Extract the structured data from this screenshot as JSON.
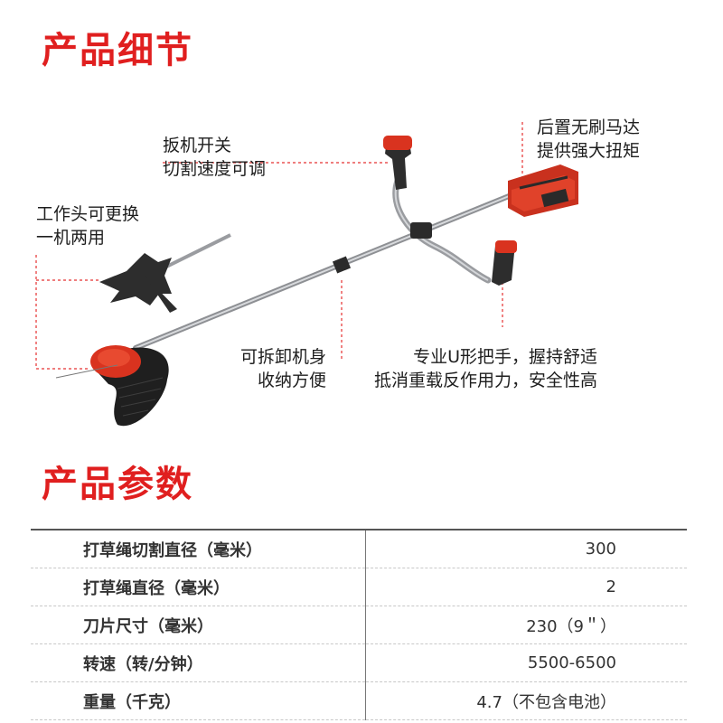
{
  "sections": {
    "details_title": "产品细节",
    "params_title": "产品参数"
  },
  "callouts": {
    "trigger": [
      "扳机开关",
      "切割速度可调"
    ],
    "head": [
      "工作头可更换",
      "一机两用"
    ],
    "motor": [
      "后置无刷马达",
      "提供强大扭矩"
    ],
    "detach": [
      "可拆卸机身",
      "收纳方便"
    ],
    "handle": [
      "专业U形把手，握持舒适",
      "抵消重载反作用力，安全性高"
    ]
  },
  "colors": {
    "accent": "#e01f1f",
    "callout_line": "#e53030"
  },
  "specs": [
    {
      "name": "打草绳切割直径（毫米）",
      "value": "300"
    },
    {
      "name": "打草绳直径（毫米）",
      "value": "2"
    },
    {
      "name": "刀片尺寸（毫米）",
      "value": "230（9＂）"
    },
    {
      "name": "转速（转/分钟）",
      "value": "5500-6500"
    },
    {
      "name": "重量（千克）",
      "value": "4.7（不包含电池）"
    }
  ]
}
